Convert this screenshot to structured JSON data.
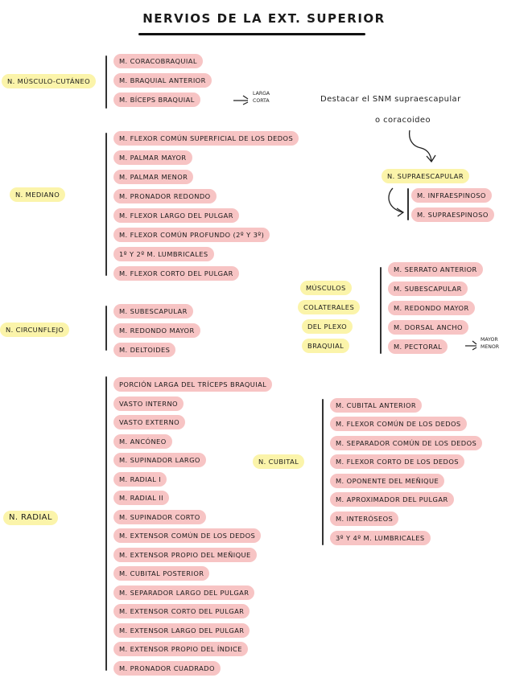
{
  "title": "NERVIOS DE LA EXT. SUPERIOR",
  "musculocutaneo": {
    "label": "N. MÚSCULO-CUTÁNEO",
    "items": [
      "M. CORACOBRAQUIAL",
      "M. BRAQUIAL ANTERIOR",
      "M. BÍCEPS BRAQUIAL"
    ],
    "biceps_heads": [
      "LARGA",
      "CORTA"
    ]
  },
  "note": {
    "line1": "Destacar el SNM supraescapular",
    "line2": "o coracoideo"
  },
  "mediano": {
    "label": "N. MEDIANO",
    "items": [
      "M. FLEXOR COMÚN SUPERFICIAL DE LOS DEDOS",
      "M. PALMAR MAYOR",
      "M. PALMAR MENOR",
      "M. PRONADOR REDONDO",
      "M. FLEXOR LARGO DEL PULGAR",
      "M. FLEXOR COMÚN PROFUNDO (2º Y 3º)",
      "1º Y 2º M. LUMBRICALES",
      "M. FLEXOR CORTO DEL PULGAR"
    ]
  },
  "supraescapular": {
    "label": "N. SUPRAESCAPULAR",
    "items": [
      "M. INFRAESPINOSO",
      "M. SUPRAESPINOSO"
    ]
  },
  "colaterales": {
    "label_lines": [
      "MÚSCULOS",
      "COLATERALES",
      "DEL PLEXO",
      "BRAQUIAL"
    ],
    "items": [
      "M. SERRATO ANTERIOR",
      "M. SUBESCAPULAR",
      "M. REDONDO MAYOR",
      "M. DORSAL ANCHO",
      "M. PECTORAL"
    ],
    "pectoral_parts": [
      "MAYOR",
      "MENOR"
    ]
  },
  "circunflejo": {
    "label": "N. CIRCUNFLEJO",
    "items": [
      "M. SUBESCAPULAR",
      "M. REDONDO MAYOR",
      "M. DELTOIDES"
    ]
  },
  "radial": {
    "label": "N. RADIAL",
    "items": [
      "PORCIÓN LARGA DEL TRÍCEPS BRAQUIAL",
      "VASTO INTERNO",
      "VASTO EXTERNO",
      "M. ANCÓNEO",
      "M. SUPINADOR LARGO",
      "M. RADIAL I",
      "M. RADIAL II",
      "M. SUPINADOR CORTO",
      "M. EXTENSOR COMÚN DE LOS DEDOS",
      "M. EXTENSOR PROPIO DEL MEÑIQUE",
      "M. CUBITAL POSTERIOR",
      "M. SEPARADOR LARGO DEL PULGAR",
      "M. EXTENSOR CORTO DEL PULGAR",
      "M. EXTENSOR LARGO DEL PULGAR",
      "M. EXTENSOR PROPIO DEL ÍNDICE",
      "M. PRONADOR CUADRADO"
    ]
  },
  "cubital": {
    "label": "N. CUBITAL",
    "items": [
      "M. CUBITAL ANTERIOR",
      "M. FLEXOR COMÚN DE LOS DEDOS",
      "M. SEPARADOR COMÚN DE LOS DEDOS",
      "M. FLEXOR CORTO DE LOS DEDOS",
      "M. OPONENTE DEL MEÑIQUE",
      "M. APROXIMADOR DEL PULGAR",
      "M. INTERÓSEOS",
      "3º Y 4º M. LUMBRICALES"
    ]
  },
  "colors": {
    "muscle_highlight": "#f7c4c4",
    "nerve_highlight": "#fbf4aa",
    "ink": "#1a1a1a"
  }
}
